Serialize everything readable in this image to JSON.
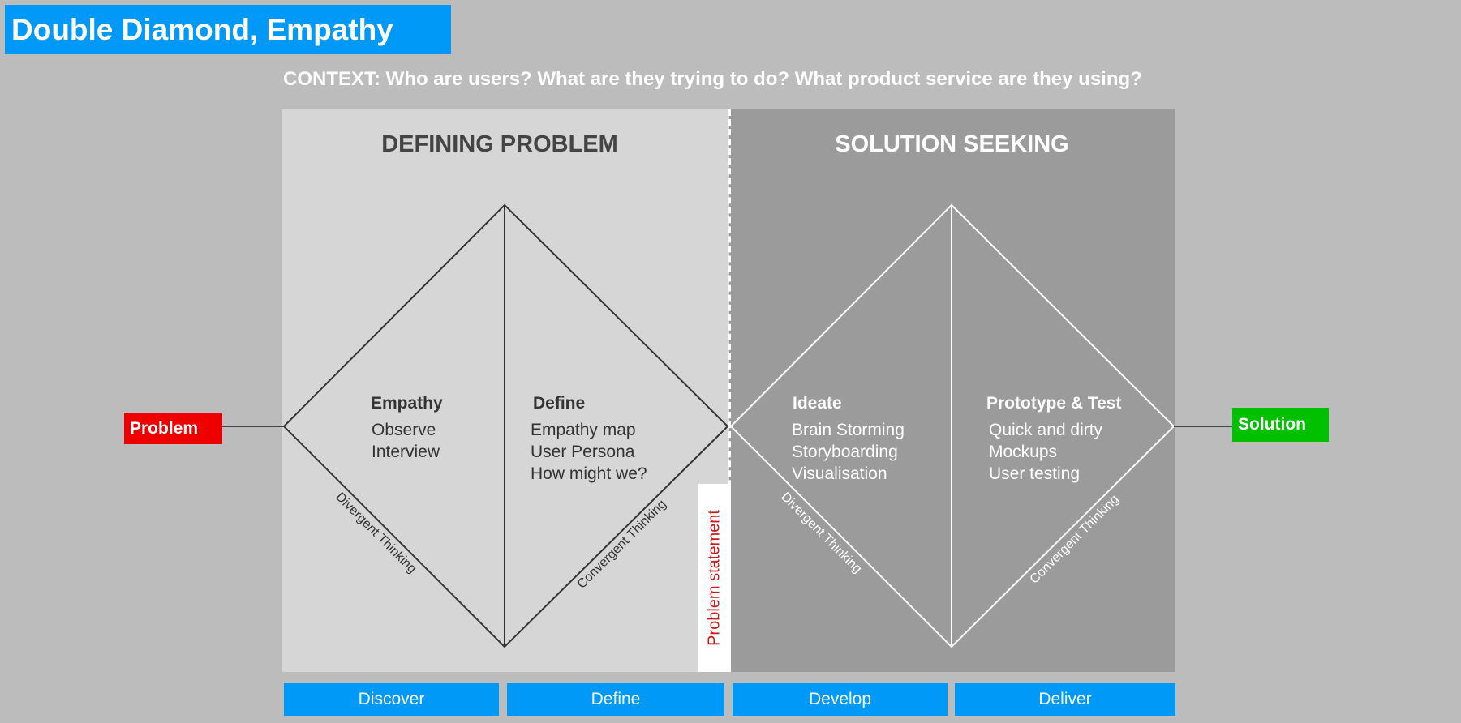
{
  "title": "Double Diamond, Empathy",
  "context": "CONTEXT: Who are users? What are they trying to do? What product service are they using?",
  "left_panel": {
    "title": "DEFINING PROBLEM"
  },
  "right_panel": {
    "title": "SOLUTION SEEKING"
  },
  "problem_label": "Problem",
  "solution_label": "Solution",
  "problem_statement": "Problem statement",
  "diamonds": [
    {
      "left": {
        "heading": "Empathy",
        "items": [
          "Observe",
          "Interview"
        ]
      },
      "right": {
        "heading": "Define",
        "items": [
          "Empathy map",
          "User Persona",
          "How might we?"
        ]
      },
      "divergent": "Divergent Thinking",
      "convergent": "Convergent Thinking"
    },
    {
      "left": {
        "heading": "Ideate",
        "items": [
          "Brain Storming",
          "Storyboarding",
          "Visualisation"
        ]
      },
      "right": {
        "heading": "Prototype & Test",
        "items": [
          "Quick and dirty",
          "Mockups",
          "User testing"
        ]
      },
      "divergent": "Divergent Thinking",
      "convergent": "Convergent Thinking"
    }
  ],
  "phases": [
    "Discover",
    "Define",
    "Develop",
    "Deliver"
  ],
  "colors": {
    "background": "#bcbcbc",
    "banner": "#0099f7",
    "left_panel": "#d6d6d6",
    "right_panel": "#9b9b9b",
    "problem": "#ee0000",
    "solution": "#00c000",
    "problem_statement_text": "#cc1a1a"
  }
}
